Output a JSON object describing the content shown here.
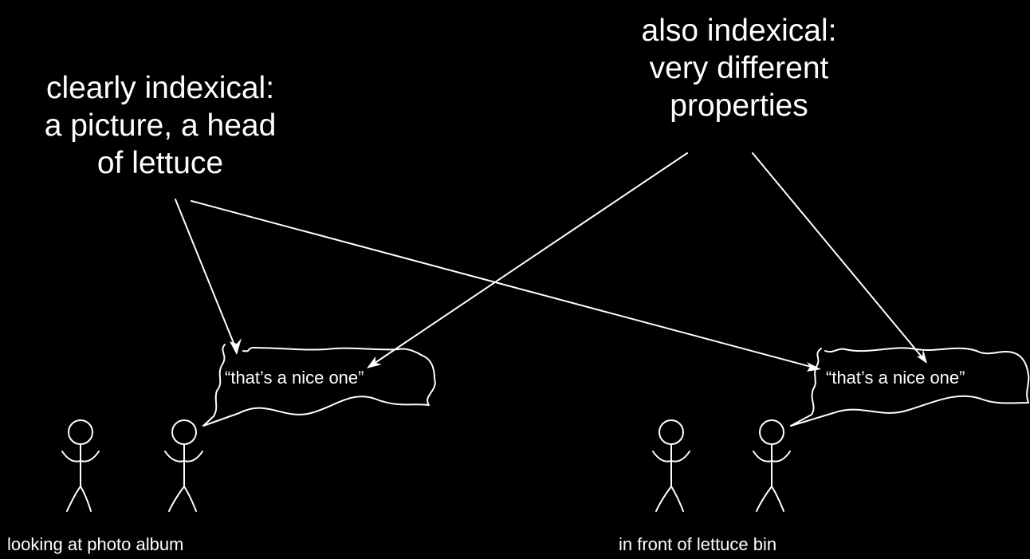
{
  "heading_left": {
    "lines": [
      "clearly indexical:",
      "a picture, a head",
      "of lettuce"
    ]
  },
  "heading_right": {
    "lines": [
      "also indexical:",
      "very different",
      "properties"
    ]
  },
  "speech_left": "“that’s a nice one”",
  "speech_right": "“that’s a nice one”",
  "caption_left": "looking at photo album",
  "caption_right": "in front of lettuce bin",
  "colors": {
    "background": "#000000",
    "foreground": "#ffffff"
  }
}
